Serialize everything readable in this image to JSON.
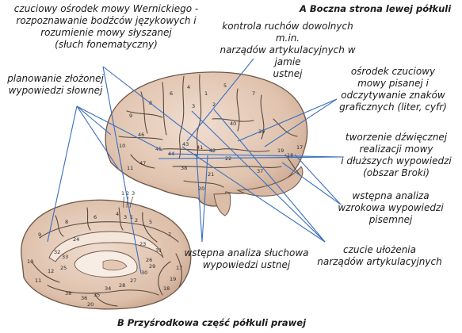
{
  "title_a": "A Boczna strona lewej półkuli",
  "title_b": "B Przyśrodkowa część półkuli prawej",
  "labels": {
    "wernicke": "czuciowy ośrodek mowy Wernickiego -\nrozpoznawanie bodźców językowych i\nrozumienie mowy słyszanej\n(słuch fonematyczny)",
    "motor_control": "kontrola ruchów dowolnych m.in.\nnarządów artykulacyjnych w jamie\nustnej",
    "planning": "planowanie złożonej\nwypowiedzi słownej",
    "writing_center": "ośrodek czuciowy\nmowy pisanej i\nodczytywanie znaków\ngraficznych (liter, cyfr)",
    "broca": "tworzenie dźwięcznej\nrealizacji mowy\ni dłuższych wypowiedzi\n(obszar Broki)",
    "visual_analysis": "wstępna analiza\nwzrokowa wypowiedzi\npisemnej",
    "auditory_analysis": "wstępna analiza słuchowa\nwypowiedzi ustnej",
    "articulation_sense": "czucie ułożenia\nnarządów artykulacyjnych"
  },
  "lateral_area_numbers": [
    "4",
    "6",
    "8",
    "9",
    "10",
    "46",
    "45",
    "44",
    "47",
    "11",
    "3",
    "1",
    "2",
    "5",
    "7",
    "40",
    "39",
    "43",
    "41",
    "42",
    "22",
    "21",
    "20",
    "37",
    "19",
    "18",
    "17",
    "38"
  ],
  "medial_area_numbers": [
    "6",
    "4",
    "3",
    "1",
    "2",
    "5",
    "7",
    "8",
    "9",
    "24",
    "23",
    "31",
    "26",
    "29",
    "30",
    "32",
    "33",
    "10",
    "11",
    "12",
    "25",
    "27",
    "28",
    "34",
    "35",
    "36",
    "38",
    "20",
    "19",
    "18",
    "17"
  ],
  "medial_marker_numbers": [
    "1",
    "2",
    "3"
  ],
  "colors": {
    "brain_fill": "#e2c7b4",
    "brain_light": "#edd9c9",
    "sulcus": "#5a4a3e",
    "pointer": "#3a6fbf"
  }
}
